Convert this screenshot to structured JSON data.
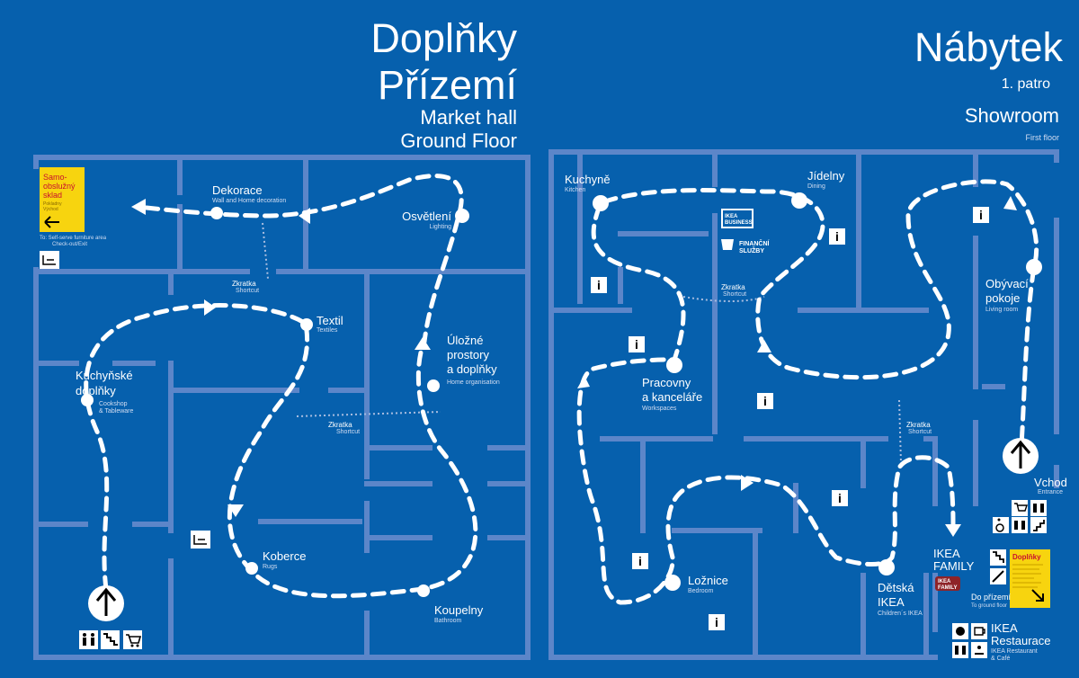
{
  "left_map": {
    "title_line1": "Doplňky",
    "title_line2": "Přízemí",
    "subtitle_line1": "Market hall",
    "subtitle_line2": "Ground Floor",
    "areas": {
      "dekorace": {
        "name": "Dekorace",
        "en": "Wall and Home decoration"
      },
      "osvetleni": {
        "name": "Osvětlení",
        "en": "Lighting"
      },
      "textil": {
        "name": "Textil",
        "en": "Textiles"
      },
      "kuchynske_1": "Kuchyňské",
      "kuchynske_2": "doplňky",
      "kuchynske_en1": "Cookshop",
      "kuchynske_en2": "& Tableware",
      "ulozne_1": "Úložné",
      "ulozne_2": "prostory",
      "ulozne_3": "a doplňky",
      "ulozne_en": "Home organisation",
      "koberce": {
        "name": "Koberce",
        "en": "Rugs"
      },
      "koupelny": {
        "name": "Koupelny",
        "en": "Bathroom"
      }
    },
    "shortcut_1": {
      "name": "Zkratka",
      "en": "Shortcut"
    },
    "shortcut_2": {
      "name": "Zkratka",
      "en": "Shortcut"
    },
    "self_serve": {
      "line1": "Samo-",
      "line2": "obslužný",
      "line3": "sklad",
      "small1": "Pokladny",
      "small2": "Východ"
    },
    "self_serve_note1": "To: Self-serve furniture area",
    "self_serve_note2": "Check-out/Exit"
  },
  "right_map": {
    "title": "Nábytek",
    "floor": "1. patro",
    "subtitle": "Showroom",
    "subtitle_en": "First floor",
    "areas": {
      "kuchyne": {
        "name": "Kuchyně",
        "en": "Kitchen"
      },
      "jidelny": {
        "name": "Jídelny",
        "en": "Dining"
      },
      "obyvaci_1": "Obývací",
      "obyvaci_2": "pokoje",
      "obyvaci_en": "Living room",
      "pracovny_1": "Pracovny",
      "pracovny_2": "a kanceláře",
      "pracovny_en": "Workspaces",
      "loznice": {
        "name": "Ložnice",
        "en": "Bedroom"
      },
      "detska_1": "Dětská",
      "detska_2": "IKEA",
      "detska_en": "Children´s IKEA"
    },
    "shortcut_1": {
      "name": "Zkratka",
      "en": "Shortcut"
    },
    "shortcut_2": {
      "name": "Zkratka",
      "en": "Shortcut"
    },
    "ikea_business_1": "IKEA",
    "ikea_business_2": "BUSINESS",
    "financni_1": "FINANČNÍ",
    "financni_2": "SLUŽBY",
    "vchod": {
      "name": "Vchod",
      "en": "Entrance"
    },
    "ikea_family_1": "IKEA",
    "ikea_family_2": "FAMILY",
    "ikea_family_badge_1": "IKEA",
    "ikea_family_badge_2": "FAMILY",
    "doplnky_box_title": "Doplňky",
    "do_prizemi": "Do přízemí",
    "do_prizemi_en": "To ground floor",
    "restaurace_1": "IKEA",
    "restaurace_2": "Restaurace",
    "restaurace_en1": "IKEA Restaurant",
    "restaurace_en2": "& Café"
  },
  "icons": {
    "info_glyph": "i",
    "colors": {
      "background": "#0660ad",
      "walls": "#5c86c9",
      "route": "#ffffff",
      "yellow_sign": "#f7d40f",
      "red_text": "#c8102e"
    }
  }
}
